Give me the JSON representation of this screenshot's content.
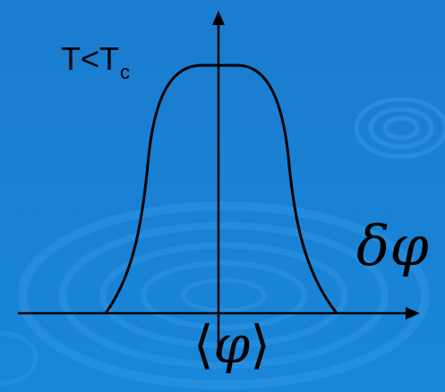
{
  "diagram": {
    "temperature_label": "T<T",
    "temperature_subscript": "c",
    "horizontal_axis_label": "δφ",
    "mean_bracket_left": "⟨",
    "mean_symbol": "φ",
    "mean_bracket_right": "⟩"
  },
  "colors": {
    "background": "#1a7ed0",
    "ripple": "#3b9ee8",
    "ink": "#000000"
  }
}
